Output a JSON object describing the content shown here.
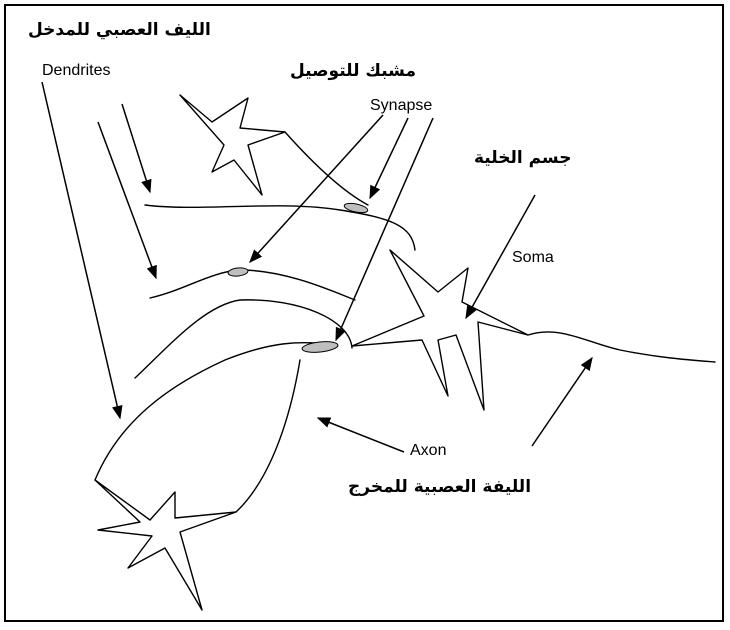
{
  "labels": {
    "dendrites_ar": "الليف العصبي للمدخل",
    "dendrites_en": "Dendrites",
    "synapse_ar": "مشبك للتوصيل",
    "synapse_en": "Synapse",
    "soma_ar": "جسم الخلية",
    "soma_en": "Soma",
    "axon_en": "Axon",
    "axon_ar": "الليفة العصبية للمخرج"
  }
}
